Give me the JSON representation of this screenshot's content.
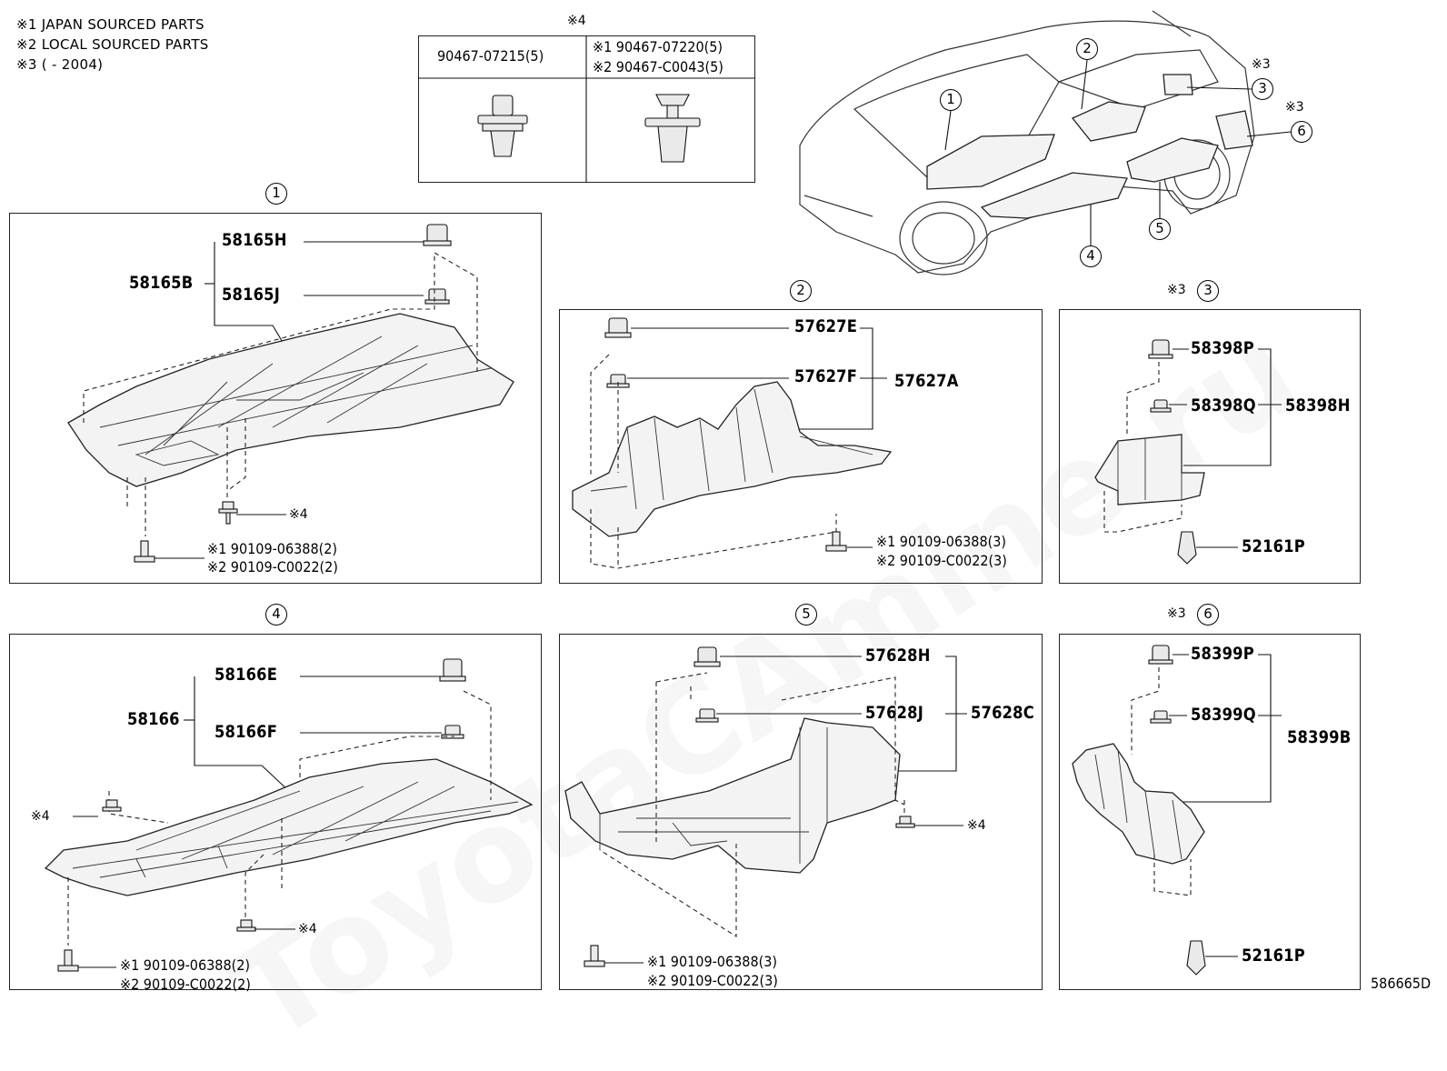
{
  "legend": [
    {
      "mark": "※1",
      "text": "JAPAN SOURCED PARTS"
    },
    {
      "mark": "※2",
      "text": "LOCAL SOURCED PARTS"
    },
    {
      "mark": "※3",
      "text": "(        - 2004)"
    }
  ],
  "clip_table": {
    "mark": "※4",
    "left": "90467-07215(5)",
    "right1": "※1 90467-07220(5)",
    "right2": "※2 90467-C0043(5)"
  },
  "callouts": {
    "c1": "1",
    "c2": "2",
    "c3": "3",
    "c4": "4",
    "c5": "5",
    "c6": "6",
    "note3": "※3",
    "star4": "※4"
  },
  "panel1": {
    "num": "1",
    "assembly": "58165B",
    "top": "58165H",
    "mid": "58165J",
    "bolt1": "※1 90109-06388(2)",
    "bolt2": "※2 90109-C0022(2)"
  },
  "panel2": {
    "num": "2",
    "assembly": "57627A",
    "top": "57627E",
    "mid": "57627F",
    "bolt1": "※1 90109-06388(3)",
    "bolt2": "※2 90109-C0022(3)"
  },
  "panel3": {
    "num": "3",
    "prefix": "※3",
    "assembly": "58398H",
    "top": "58398P",
    "mid": "58398Q",
    "clip": "52161P"
  },
  "panel4": {
    "num": "4",
    "assembly": "58166",
    "top": "58166E",
    "mid": "58166F",
    "bolt1": "※1 90109-06388(2)",
    "bolt2": "※2 90109-C0022(2)"
  },
  "panel5": {
    "num": "5",
    "assembly": "57628C",
    "top": "57628H",
    "mid": "57628J",
    "bolt1": "※1 90109-06388(3)",
    "bolt2": "※2 90109-C0022(3)"
  },
  "panel6": {
    "num": "6",
    "prefix": "※3",
    "assembly": "58399B",
    "top": "58399P",
    "mid": "58399Q",
    "clip": "52161P"
  },
  "watermark": "ToyotaCAmine.ru",
  "diagram_id": "586665D"
}
